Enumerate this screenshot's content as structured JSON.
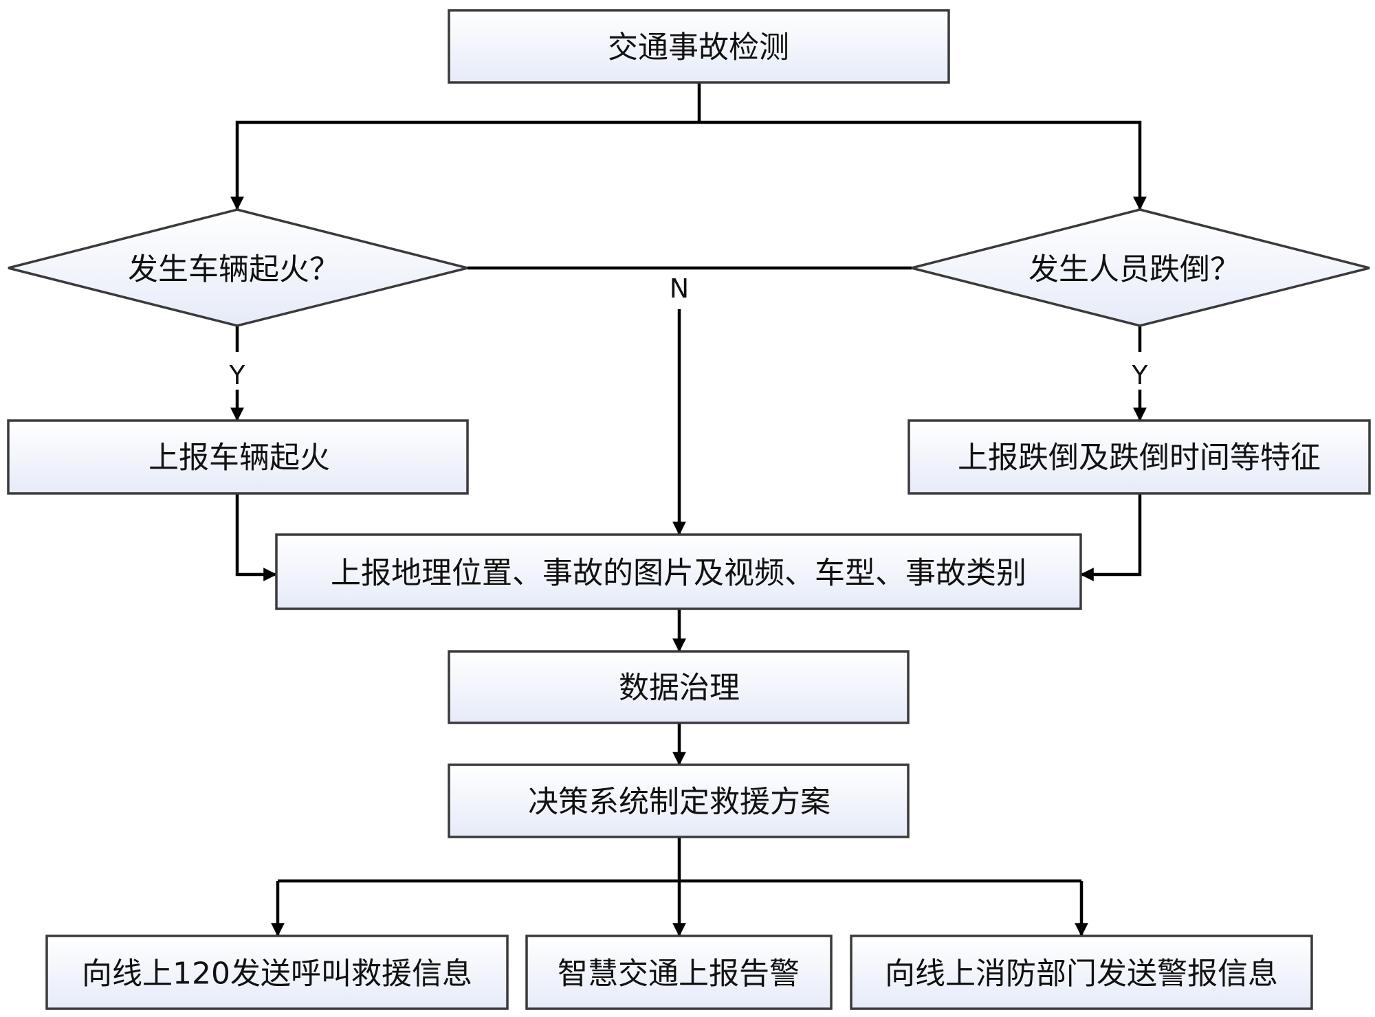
{
  "nodes": {
    "detect": "交通事故检测",
    "fire_q": "发生车辆起火？",
    "fall_q": "发生人员跌倒？",
    "report_fire": "上报车辆起火",
    "report_fall": "上报跌倒及跌倒时间等特征",
    "report_info": "上报地理位置、事故的图片及视频、车型、事故类别",
    "governance": "数据治理",
    "decision": "决策系统制定救援方案",
    "out_120": "向线上120发送呼叫救援信息",
    "out_police": "智慧交通上报告警",
    "out_fire": "向线上消防部门发送警报信息"
  },
  "labels": {
    "no": "N",
    "yes_fire": "Y",
    "yes_fall": "Y"
  },
  "colors": {
    "box_fill_top": "#ffffff",
    "box_fill_bottom": "#e6ebf8",
    "stroke": "#000000"
  }
}
